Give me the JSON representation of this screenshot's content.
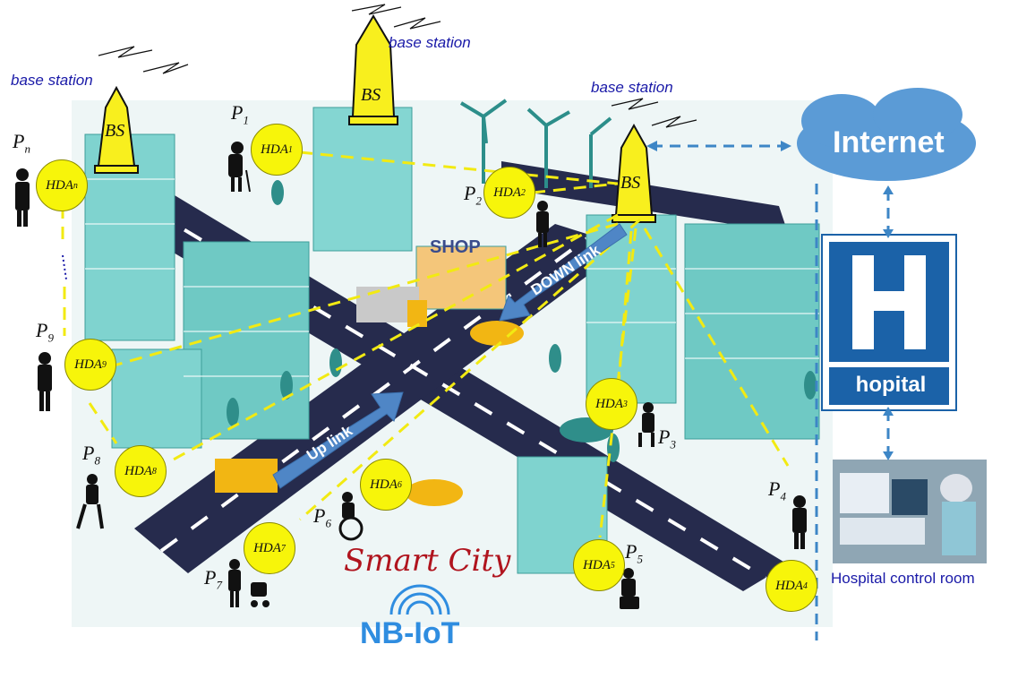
{
  "labels": {
    "base_station_left": "base station",
    "base_station_top": "base station",
    "base_station_right": "base station",
    "bs": "BS",
    "internet": "Internet",
    "hospital": "hopital",
    "control_room": "Hospital control room",
    "smart_city": "Smart City",
    "nbiot": "NB-IoT",
    "up_link": "Up link",
    "down_link": "DOWN link",
    "hda_prefix": "HDA",
    "p_prefix": "P"
  },
  "patients": [
    {
      "sub": "n"
    },
    {
      "sub": "1"
    },
    {
      "sub": "2"
    },
    {
      "sub": "3"
    },
    {
      "sub": "4"
    },
    {
      "sub": "5"
    },
    {
      "sub": "6"
    },
    {
      "sub": "7"
    },
    {
      "sub": "8"
    },
    {
      "sub": "9"
    }
  ],
  "colors": {
    "hda_fill": "#f7f50a",
    "link_dash": "#f2ea12",
    "internet_dash": "#3d86c6",
    "hospital_blue": "#1b62a8",
    "building": "#7fd3cf",
    "road": "#242a4a",
    "tower": "#f8ef1e",
    "arrow_blue": "#4f86c6"
  }
}
